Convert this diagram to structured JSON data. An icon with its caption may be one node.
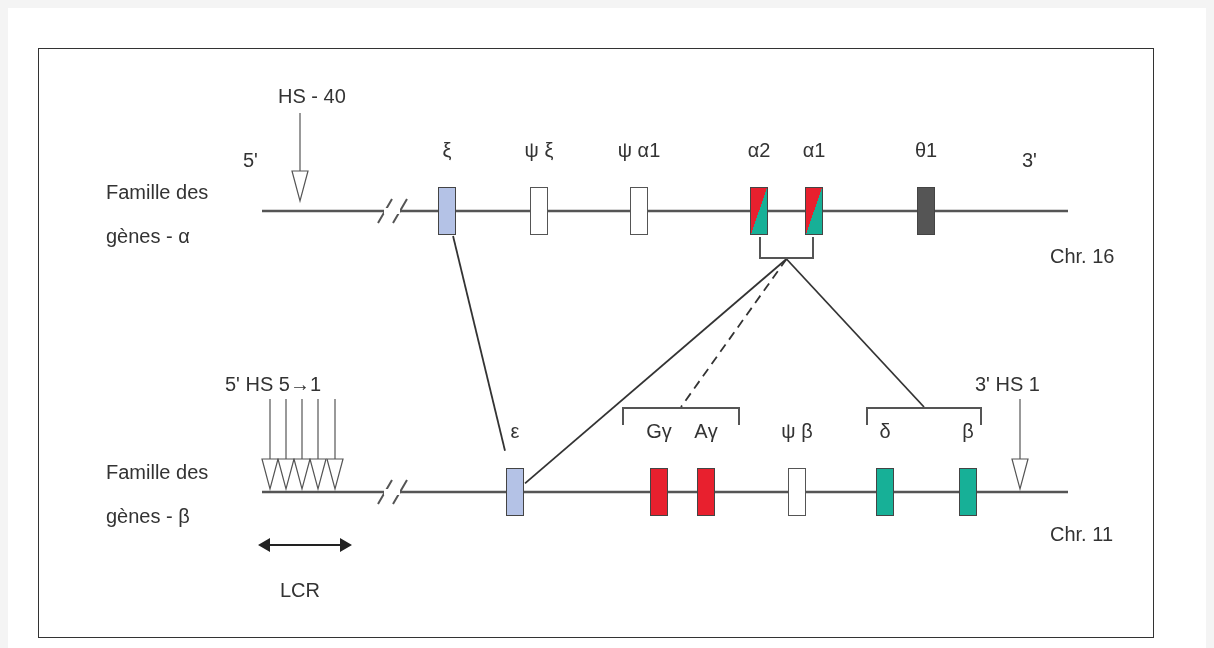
{
  "diagram": {
    "nodes": [
      {
        "text": [
          "ξ"
        ]
      },
      {
        "text": [
          "ψ ξ"
        ]
      },
      {
        "text": [
          "ψ α1"
        ]
      },
      {
        "text": [
          "α2"
        ]
      },
      {
        "text": [
          "α1"
        ]
      },
      {
        "text": [
          "θ1"
        ]
      },
      {
        "text": [],
        "shape": "bracket"
      },
      {
        "text": [
          "ε"
        ]
      },
      {
        "text": [],
        "shape": "bracket"
      },
      {
        "text": [
          "Gγ"
        ]
      },
      {
        "text": [
          "Aγ"
        ]
      },
      {
        "text": [
          "ψ β"
        ]
      },
      {
        "text": [],
        "shape": "bracket"
      },
      {
        "text": [
          "δ"
        ]
      },
      {
        "text": [
          "β"
        ]
      }
    ],
    "edges": [
      {
        "from": 0,
        "to": 7,
        "arrow": "none"
      },
      {
        "from": 6,
        "to": 7,
        "arrow": "none"
      },
      {
        "from": 6,
        "to": 8,
        "arrow": "none",
        "style": "dashed"
      },
      {
        "from": 6,
        "to": 12,
        "arrow": "none"
      }
    ],
    "labels": [
      "HS - 40",
      "Famille des gènes - α",
      "5'",
      "3'",
      "Chr. 16",
      "5' HS 5→1",
      "3' HS 1",
      "Famille des gènes - β",
      "Chr. 11",
      "LCR"
    ]
  }
}
